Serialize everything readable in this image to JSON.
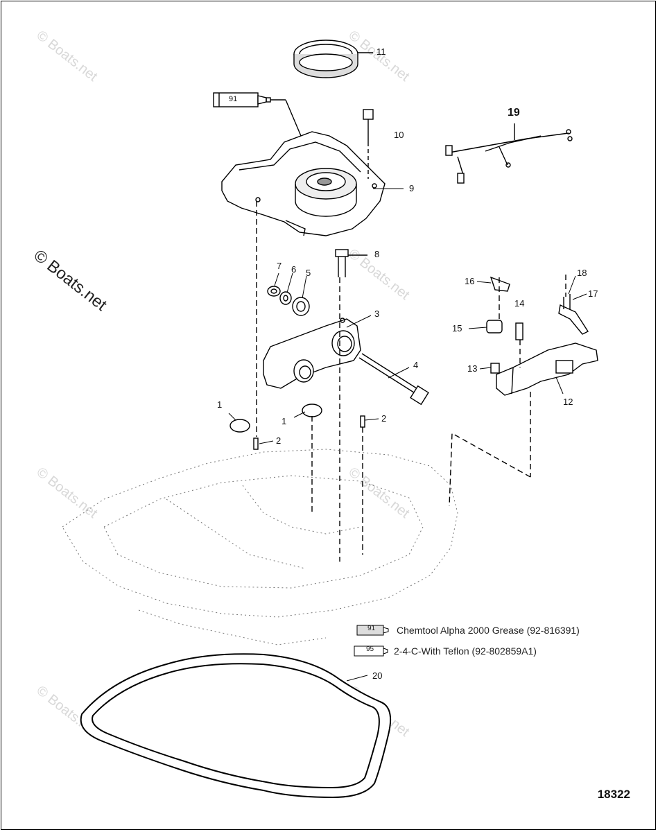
{
  "watermark": "© Boats.net",
  "callouts": [
    "1",
    "1",
    "2",
    "2",
    "2",
    "3",
    "4",
    "5",
    "6",
    "7",
    "8",
    "9",
    "10",
    "11",
    "12",
    "13",
    "14",
    "15",
    "16",
    "17",
    "18",
    "19",
    "20"
  ],
  "legend": [
    {
      "tube_code": "91",
      "text": "Chemtool Alpha 2000 Grease (92-816391)"
    },
    {
      "tube_code": "95",
      "text": "2-4-C-With Teflon (92-802859A1)"
    }
  ],
  "tube_label_top": "91",
  "figure_number": "18322"
}
